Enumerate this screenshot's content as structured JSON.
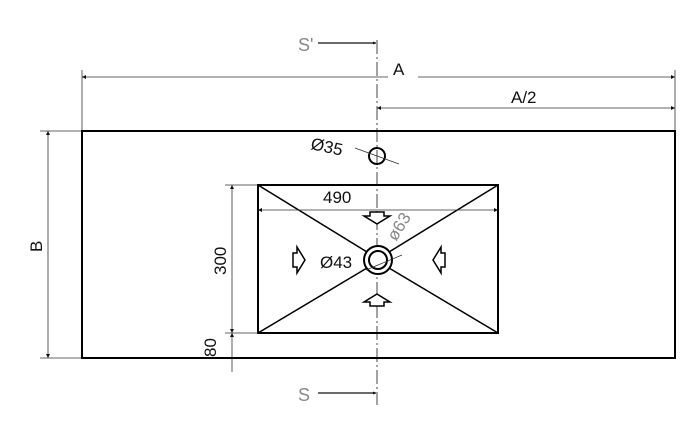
{
  "labels": {
    "section_top": "S'",
    "section_bottom": "S",
    "width_total": "A",
    "width_half": "A/2",
    "depth": "B",
    "tap_hole": "Ø35",
    "basin_width": "490",
    "basin_depth": "300",
    "front_margin": "80",
    "drain_inner": "Ø43",
    "drain_outer": "ø63"
  }
}
